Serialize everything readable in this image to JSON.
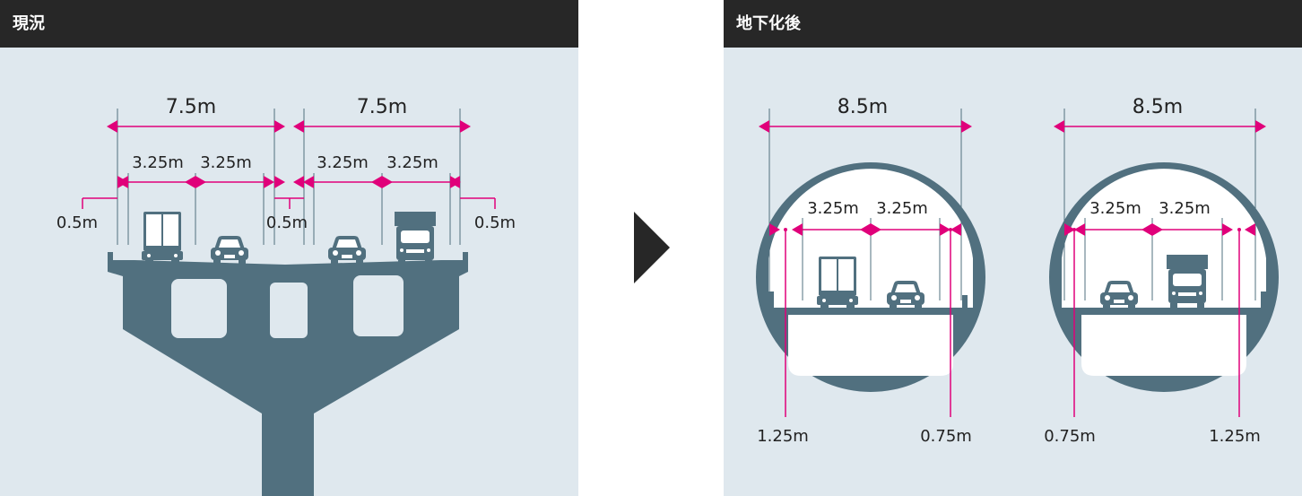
{
  "left_panel": {
    "title": "現況",
    "labels": {
      "roadway_left": "7.5m",
      "roadway_right": "7.5m",
      "lane_1": "3.25m",
      "lane_2": "3.25m",
      "lane_3": "3.25m",
      "lane_4": "3.25m",
      "shoulder_left": "0.5m",
      "shoulder_median": "0.5m",
      "shoulder_right": "0.5m"
    }
  },
  "right_panel": {
    "title": "地下化後",
    "labels": {
      "tunnel_left_width": "8.5m",
      "tunnel_right_width": "8.5m",
      "tunnel_left_lane_1": "3.25m",
      "tunnel_left_lane_2": "3.25m",
      "tunnel_right_lane_1": "3.25m",
      "tunnel_right_lane_2": "3.25m",
      "tunnel_left_shoulder_left": "1.25m",
      "tunnel_left_shoulder_right": "0.75m",
      "tunnel_right_shoulder_left": "0.75m",
      "tunnel_right_shoulder_right": "1.25m"
    }
  },
  "colors": {
    "header_bg": "#272727",
    "panel_bg": "#dfe8ee",
    "structure": "#51707f",
    "dimension": "#e0007a",
    "arrow": "#272727"
  }
}
